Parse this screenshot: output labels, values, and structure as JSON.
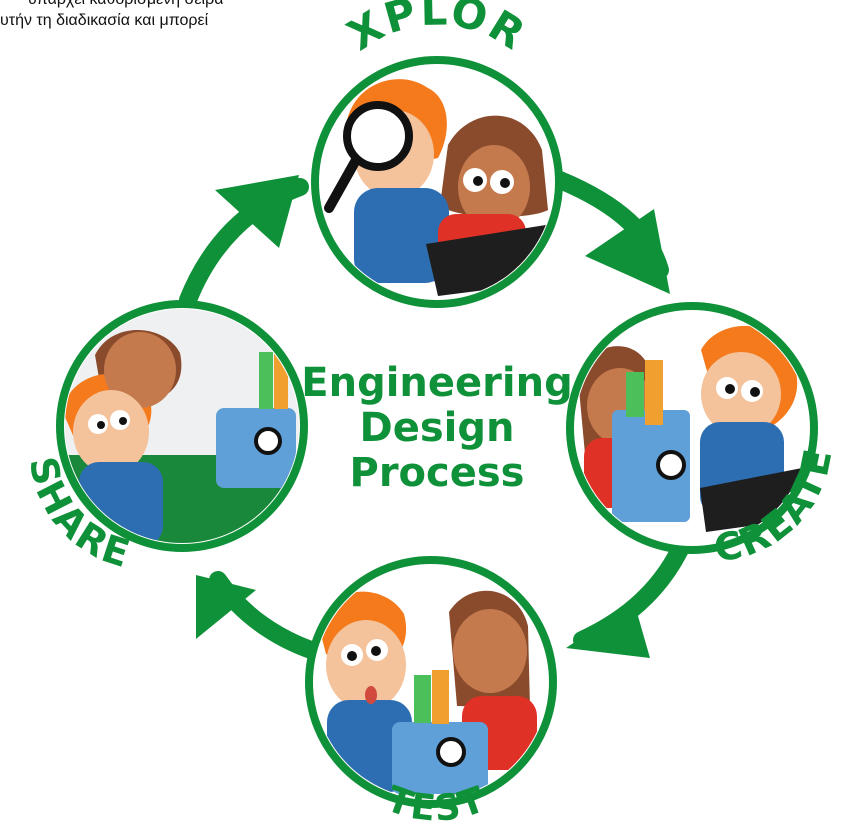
{
  "header_text": {
    "line1": "υπάρχει καθορισμένη σειρά",
    "line2": "υτήν τη διαδικασία και μπορεί"
  },
  "center_title": {
    "line1": "Engineering",
    "line2": "Design",
    "line3": "Process"
  },
  "stages": {
    "explore": "EXPLORE",
    "create": "CREATE",
    "test": "TEST",
    "share": "SHARE"
  },
  "colors": {
    "green": "#0f9139",
    "ring": "#0f9139",
    "skin": "#f4c39c",
    "hair_orange": "#f47a1c",
    "hair_brown": "#8a4a2c",
    "shirt_blue": "#2d6eb3",
    "shirt_red": "#e03126",
    "bg_blue": "#a9d3e9"
  },
  "icons": {
    "explore": "magnifying-glass-icon",
    "create": "lego-build-icon",
    "test": "lego-test-icon",
    "share": "pointing-hand-icon"
  }
}
